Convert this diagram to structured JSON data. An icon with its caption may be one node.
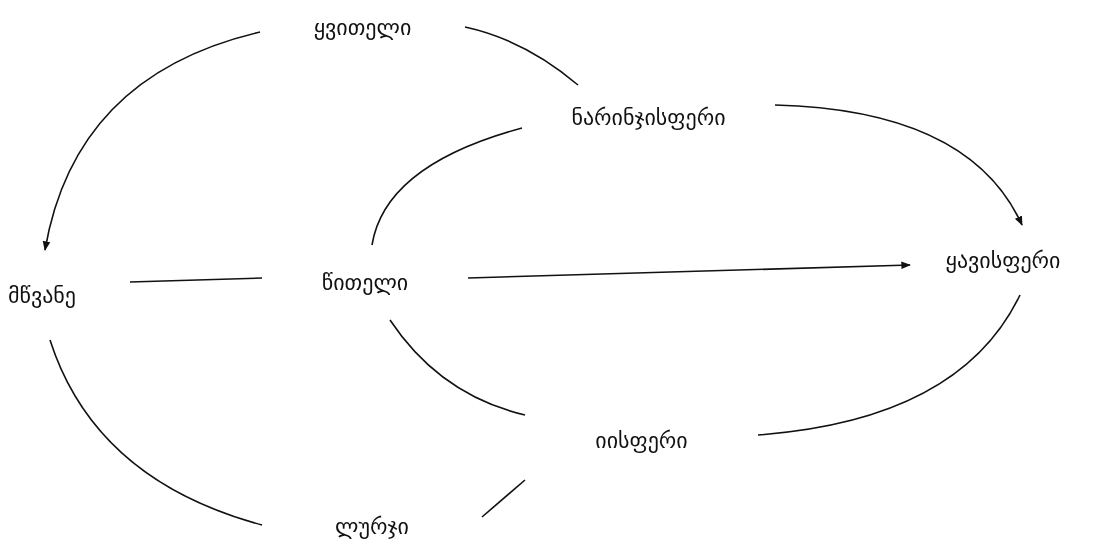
{
  "diagram": {
    "nodes": [
      {
        "text": [
          "ყვითელი"
        ]
      },
      {
        "text": [
          "ნარინჯისფერი"
        ]
      },
      {
        "text": [
          "მწვანე"
        ]
      },
      {
        "text": [
          "წითელი"
        ]
      },
      {
        "text": [
          "ყავისფერი"
        ]
      },
      {
        "text": [
          "იისფერი"
        ]
      },
      {
        "text": [
          "ლურჯი"
        ]
      }
    ],
    "edges": [
      {
        "from": 0,
        "to": 2,
        "arrow": "to"
      },
      {
        "from": 0,
        "to": 1,
        "arrow": "none"
      },
      {
        "from": 1,
        "to": 4,
        "arrow": "to"
      },
      {
        "from": 3,
        "to": 4,
        "arrow": "to"
      },
      {
        "from": 1,
        "to": 3,
        "arrow": "none"
      },
      {
        "from": 2,
        "to": 3,
        "arrow": "none"
      },
      {
        "from": 3,
        "to": 5,
        "arrow": "none"
      },
      {
        "from": 4,
        "to": 5,
        "arrow": "none"
      },
      {
        "from": 2,
        "to": 6,
        "arrow": "none"
      },
      {
        "from": 6,
        "to": 5,
        "arrow": "none"
      }
    ]
  }
}
